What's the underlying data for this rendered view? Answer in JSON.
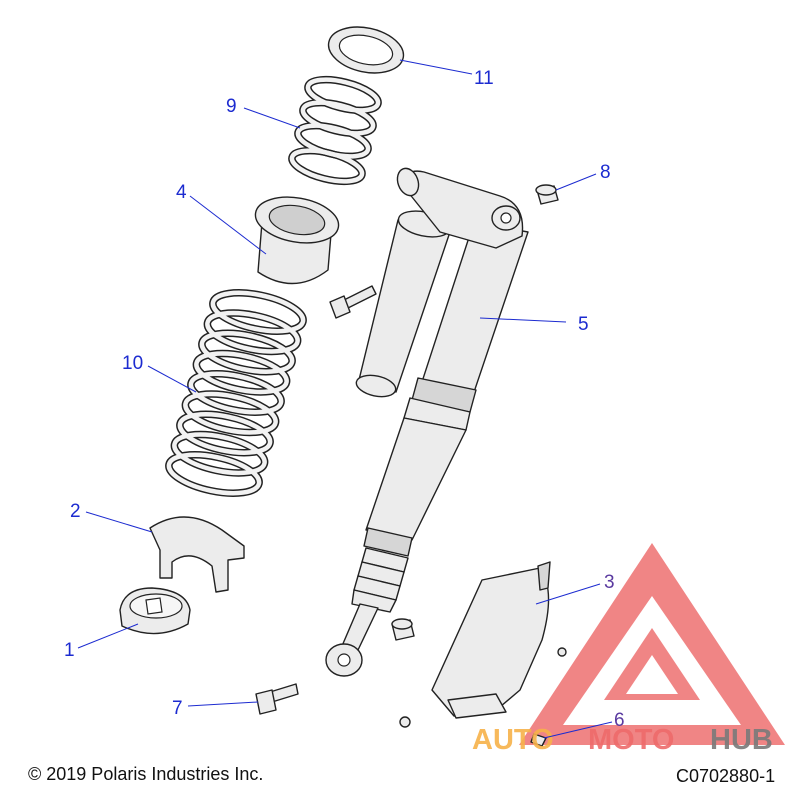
{
  "footer": {
    "copyright": "© 2019 Polaris Industries Inc.",
    "figure_id": "C0702880-1"
  },
  "watermark": {
    "word_orange": "AUTO",
    "word_red": "MOTO",
    "word_gray": "HUB",
    "colors": {
      "triangle": "#ee6b6b",
      "orange": "#f7b24a",
      "red": "#ee6b6b",
      "gray": "#7a7a7a"
    }
  },
  "callouts": {
    "c1": "1",
    "c2": "2",
    "c3": "3",
    "c4": "4",
    "c5": "5",
    "c6": "6",
    "c7": "7",
    "c8": "8",
    "c9": "9",
    "c10": "10",
    "c11": "11"
  },
  "colors": {
    "callout": "#1c2bd0",
    "callout_3": "#5a3aa0",
    "line": "#222222"
  }
}
